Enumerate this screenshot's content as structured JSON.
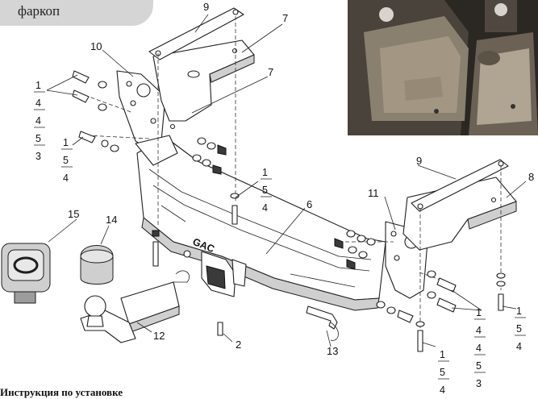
{
  "header": {
    "tab_label": "фаркоп"
  },
  "photo": {
    "alt": ""
  },
  "brand": {
    "emblem": "GAC"
  },
  "callouts": {
    "p2": "2",
    "p6": "6",
    "p7a": "7",
    "p7b": "7",
    "p8": "8",
    "p9a": "9",
    "p9b": "9",
    "p10": "10",
    "p11": "11",
    "p12": "12",
    "p13": "13",
    "p14": "14",
    "p15": "15"
  },
  "stacks": {
    "left_top": [
      "1",
      "4",
      "4",
      "5",
      "3"
    ],
    "left_mid": [
      "1",
      "5",
      "4"
    ],
    "center_upper": [
      "1",
      "5",
      "4"
    ],
    "right_center": [
      "1",
      "5",
      "4"
    ],
    "right_mid": [
      "1",
      "4",
      "4",
      "5",
      "3"
    ],
    "right_far": [
      "1",
      "5",
      "4"
    ]
  },
  "footer": {
    "text": "Инструкция по установке"
  }
}
